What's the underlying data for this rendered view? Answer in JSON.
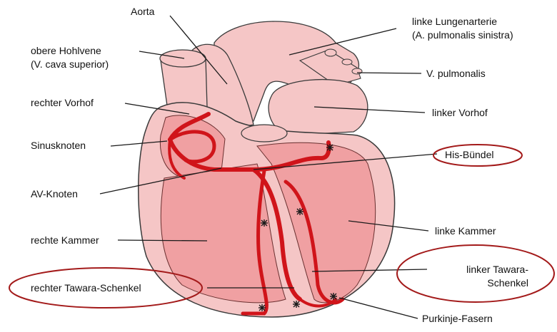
{
  "labels": {
    "aorta": "Aorta",
    "sva_1": "obere Hohlvene",
    "sva_2": "(V. cava superior)",
    "rechter_vorhof": "rechter Vorhof",
    "sinusknoten": "Sinusknoten",
    "av_knoten": "AV-Knoten",
    "rechte_kammer": "rechte Kammer",
    "rechter_tawara": "rechter Tawara-Schenkel",
    "lungenarterie_1": "linke Lungenarterie",
    "lungenarterie_2": "(A. pulmonalis sinistra)",
    "v_pulmonalis": "V. pulmonalis",
    "linker_vorhof": "linker Vorhof",
    "his_buendel": "His-Bündel",
    "linke_kammer": "linke Kammer",
    "linker_tawara_1": "linker Tawara-",
    "linker_tawara_2": "Schenkel",
    "purkinje": "Purkinje-Fasern"
  },
  "colors": {
    "heart_outer": "#f5c6c6",
    "heart_chamber": "#f0a0a2",
    "conduction": "#d0141a",
    "highlight_ellipse": "#a31a1a",
    "outline": "#3a3a3a"
  }
}
